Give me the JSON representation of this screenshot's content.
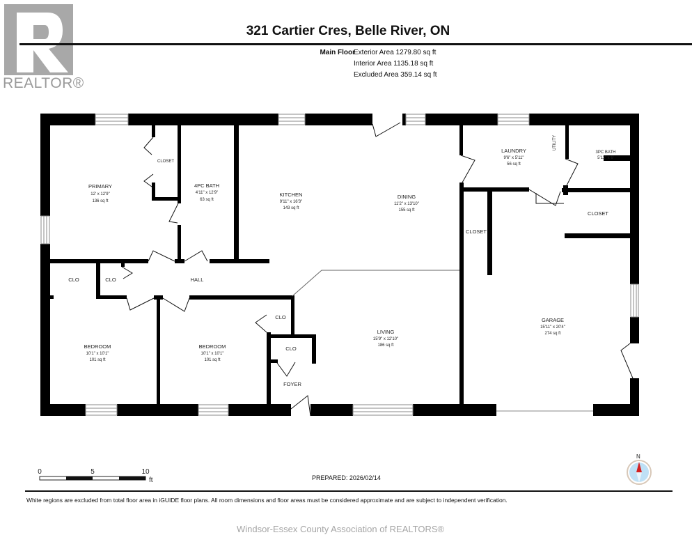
{
  "logo": {
    "text": "REALTOR®"
  },
  "header": {
    "title": "321 Cartier Cres, Belle River, ON",
    "floor": "Main Floor",
    "exterior_area": "Exterior Area 1279.80 sq ft",
    "interior_area": "Interior Area 1135.18 sq ft",
    "excluded_area": "Excluded Area 359.14 sq ft"
  },
  "rooms": [
    {
      "name": "PRIMARY",
      "dims": "12' x 12'9\"",
      "area": "136 sq ft"
    },
    {
      "name": "4PC BATH",
      "dims": "4'11\" x 12'9\"",
      "area": "63 sq ft"
    },
    {
      "name": "KITCHEN",
      "dims": "9'11\" x 16'3\"",
      "area": "143 sq ft"
    },
    {
      "name": "DINING",
      "dims": "11'2\" x 13'10\"",
      "area": "155 sq ft"
    },
    {
      "name": "LAUNDRY",
      "dims": "9'6\" x 5'11\"",
      "area": "56 sq ft"
    },
    {
      "name": "3PC BATH",
      "dims": "5'11\" x 6'"
    },
    {
      "name": "BEDROOM",
      "dims": "10'1\" x 10'1\"",
      "area": "101 sq ft"
    },
    {
      "name": "BEDROOM",
      "dims": "10'1\" x 10'1\"",
      "area": "101 sq ft"
    },
    {
      "name": "LIVING",
      "dims": "15'9\" x 12'10\"",
      "area": "186 sq ft"
    },
    {
      "name": "GARAGE",
      "dims": "15'11\" x 20'4\"",
      "area": "274 sq ft"
    }
  ],
  "labels": {
    "closet": "CLOSET",
    "clo": "CLO",
    "hall": "HALL",
    "foyer": "FOYER",
    "utility": "UTILITY"
  },
  "scale": {
    "t0": "0",
    "t5": "5",
    "t10": "10",
    "unit": "ft"
  },
  "compass": {
    "north": "N"
  },
  "footer": {
    "prepared": "PREPARED: 2026/02/14",
    "disclaimer": "White regions are excluded from total floor area in iGUIDE floor plans. All room dimensions and floor areas must be considered approximate and are subject to independent verification.",
    "watermark": "Windsor-Essex County Association of REALTORS®"
  }
}
